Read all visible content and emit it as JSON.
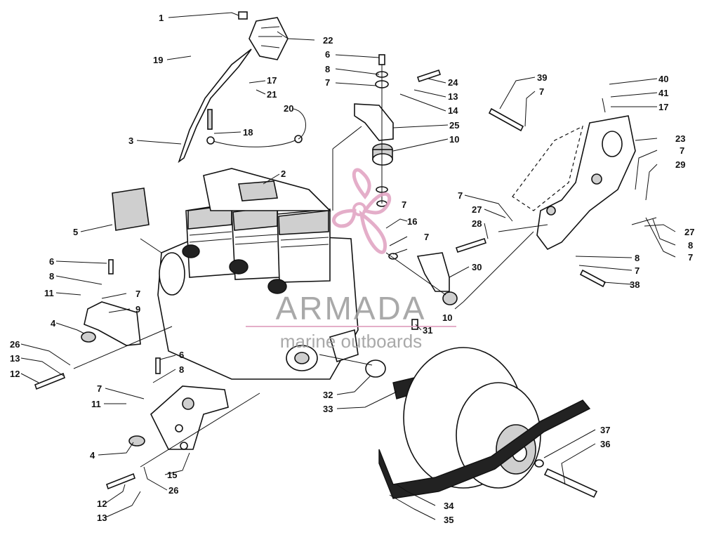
{
  "diagram": {
    "labels": [
      {
        "id": "1",
        "text": "1"
      },
      {
        "id": "22",
        "text": "22"
      },
      {
        "id": "19",
        "text": "19"
      },
      {
        "id": "6a",
        "text": "6"
      },
      {
        "id": "8a",
        "text": "8"
      },
      {
        "id": "7a",
        "text": "7"
      },
      {
        "id": "24",
        "text": "24"
      },
      {
        "id": "13a",
        "text": "13"
      },
      {
        "id": "14",
        "text": "14"
      },
      {
        "id": "17a",
        "text": "17"
      },
      {
        "id": "21",
        "text": "21"
      },
      {
        "id": "20",
        "text": "20"
      },
      {
        "id": "18",
        "text": "18"
      },
      {
        "id": "3",
        "text": "3"
      },
      {
        "id": "25",
        "text": "25"
      },
      {
        "id": "10a",
        "text": "10"
      },
      {
        "id": "2",
        "text": "2"
      },
      {
        "id": "39",
        "text": "39"
      },
      {
        "id": "7b",
        "text": "7"
      },
      {
        "id": "40",
        "text": "40"
      },
      {
        "id": "41",
        "text": "41"
      },
      {
        "id": "17b",
        "text": "17"
      },
      {
        "id": "23",
        "text": "23"
      },
      {
        "id": "7c",
        "text": "7"
      },
      {
        "id": "29",
        "text": "29"
      },
      {
        "id": "7d",
        "text": "7"
      },
      {
        "id": "27a",
        "text": "27"
      },
      {
        "id": "28",
        "text": "28"
      },
      {
        "id": "16",
        "text": "16"
      },
      {
        "id": "7e",
        "text": "7"
      },
      {
        "id": "7f",
        "text": "7"
      },
      {
        "id": "5",
        "text": "5"
      },
      {
        "id": "27b",
        "text": "27"
      },
      {
        "id": "8b",
        "text": "8"
      },
      {
        "id": "7g",
        "text": "7"
      },
      {
        "id": "30",
        "text": "30"
      },
      {
        "id": "8c",
        "text": "8"
      },
      {
        "id": "7h",
        "text": "7"
      },
      {
        "id": "38",
        "text": "38"
      },
      {
        "id": "6b",
        "text": "6"
      },
      {
        "id": "8d",
        "text": "8"
      },
      {
        "id": "11a",
        "text": "11"
      },
      {
        "id": "7i",
        "text": "7"
      },
      {
        "id": "9",
        "text": "9"
      },
      {
        "id": "4a",
        "text": "4"
      },
      {
        "id": "10b",
        "text": "10"
      },
      {
        "id": "31",
        "text": "31"
      },
      {
        "id": "26a",
        "text": "26"
      },
      {
        "id": "13b",
        "text": "13"
      },
      {
        "id": "12a",
        "text": "12"
      },
      {
        "id": "6c",
        "text": "6"
      },
      {
        "id": "8e",
        "text": "8"
      },
      {
        "id": "7j",
        "text": "7"
      },
      {
        "id": "11b",
        "text": "11"
      },
      {
        "id": "32",
        "text": "32"
      },
      {
        "id": "33",
        "text": "33"
      },
      {
        "id": "4b",
        "text": "4"
      },
      {
        "id": "15",
        "text": "15"
      },
      {
        "id": "37",
        "text": "37"
      },
      {
        "id": "36",
        "text": "36"
      },
      {
        "id": "12b",
        "text": "12"
      },
      {
        "id": "26b",
        "text": "26"
      },
      {
        "id": "13c",
        "text": "13"
      },
      {
        "id": "34",
        "text": "34"
      },
      {
        "id": "35",
        "text": "35"
      }
    ]
  },
  "watermark": {
    "brand": "ARMADA",
    "tagline": "marine outboards",
    "logo_color": "#e0a0c0",
    "text_color": "#9b9b9b"
  }
}
